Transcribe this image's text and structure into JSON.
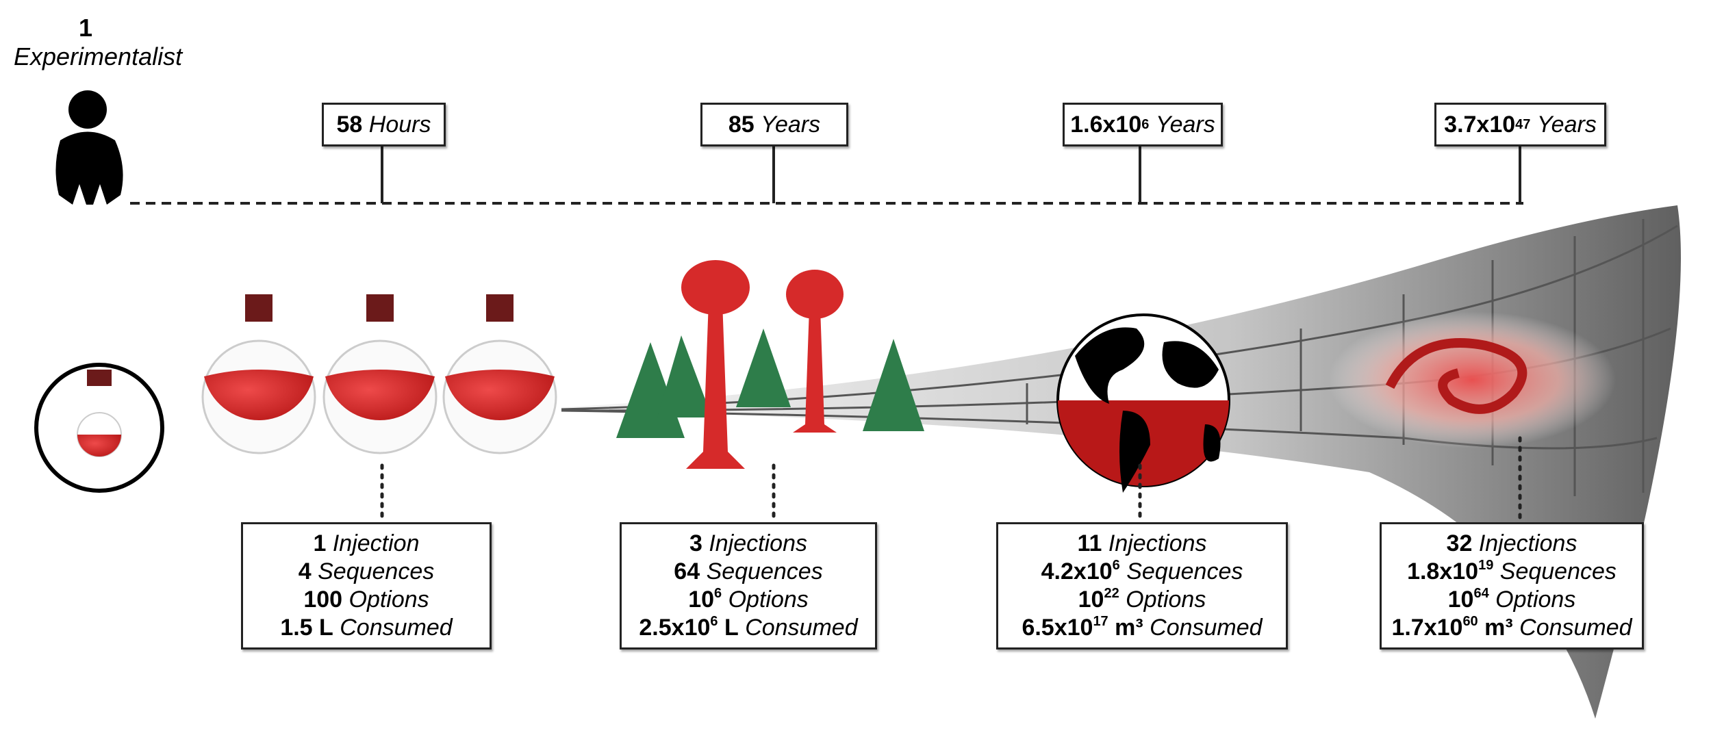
{
  "experimentalist": {
    "count": "1",
    "label": "Experimentalist"
  },
  "timeline": [
    {
      "num": "58",
      "exp": "",
      "unit": "Hours"
    },
    {
      "num": "85",
      "exp": "",
      "unit": "Years"
    },
    {
      "num": "1.6x10",
      "exp": "6",
      "unit": "Years"
    },
    {
      "num": "3.7x10",
      "exp": "47",
      "unit": "Years"
    }
  ],
  "stages": [
    {
      "lines": [
        {
          "num": "1",
          "exp": "",
          "unit": "",
          "word": "Injection"
        },
        {
          "num": "4",
          "exp": "",
          "unit": "",
          "word": "Sequences"
        },
        {
          "num": "100",
          "exp": "",
          "unit": "",
          "word": "Options"
        },
        {
          "num": "1.5",
          "exp": "",
          "unit": " L",
          "word": "Consumed"
        }
      ]
    },
    {
      "lines": [
        {
          "num": "3",
          "exp": "",
          "unit": "",
          "word": "Injections"
        },
        {
          "num": "64",
          "exp": "",
          "unit": "",
          "word": "Sequences"
        },
        {
          "num": "10",
          "exp": "6",
          "unit": "",
          "word": "Options"
        },
        {
          "num": "2.5x10",
          "exp": "6",
          "unit": " L",
          "word": "Consumed"
        }
      ]
    },
    {
      "lines": [
        {
          "num": "11",
          "exp": "",
          "unit": "",
          "word": "Injections"
        },
        {
          "num": "4.2x10",
          "exp": "6",
          "unit": "",
          "word": "Sequences"
        },
        {
          "num": "10",
          "exp": "22",
          "unit": "",
          "word": "Options"
        },
        {
          "num": "6.5x10",
          "exp": "17",
          "unit": " m³",
          "word": "Consumed"
        }
      ]
    },
    {
      "lines": [
        {
          "num": "32",
          "exp": "",
          "unit": "",
          "word": "Injections"
        },
        {
          "num": "1.8x10",
          "exp": "19",
          "unit": "",
          "word": "Sequences"
        },
        {
          "num": "10",
          "exp": "64",
          "unit": "",
          "word": "Options"
        },
        {
          "num": "1.7x10",
          "exp": "60",
          "unit": " m³",
          "word": "Consumed"
        }
      ]
    }
  ],
  "colors": {
    "liquid": "#d62a2a",
    "cork": "#6b1a1a",
    "tree": "#2e7d4a",
    "line": "#222222"
  }
}
